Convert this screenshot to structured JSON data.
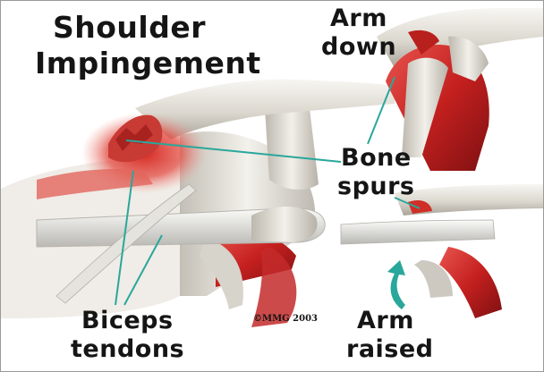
{
  "title": {
    "line1": "Shoulder",
    "line2": "Impingement"
  },
  "labels": {
    "arm_down": {
      "line1": "Arm",
      "line2": "down"
    },
    "bone_spurs": {
      "line1": "Bone",
      "line2": "spurs"
    },
    "biceps_tendons": {
      "line1": "Biceps",
      "line2": "tendons"
    },
    "arm_raised": {
      "line1": "Arm",
      "line2": "raised"
    }
  },
  "copyright": "©MMG 2003",
  "colors": {
    "leader_line": "#2aa79b",
    "bone": "#e6e3dc",
    "muscle": "#c8262a",
    "tendon": "#d8d8d4"
  }
}
